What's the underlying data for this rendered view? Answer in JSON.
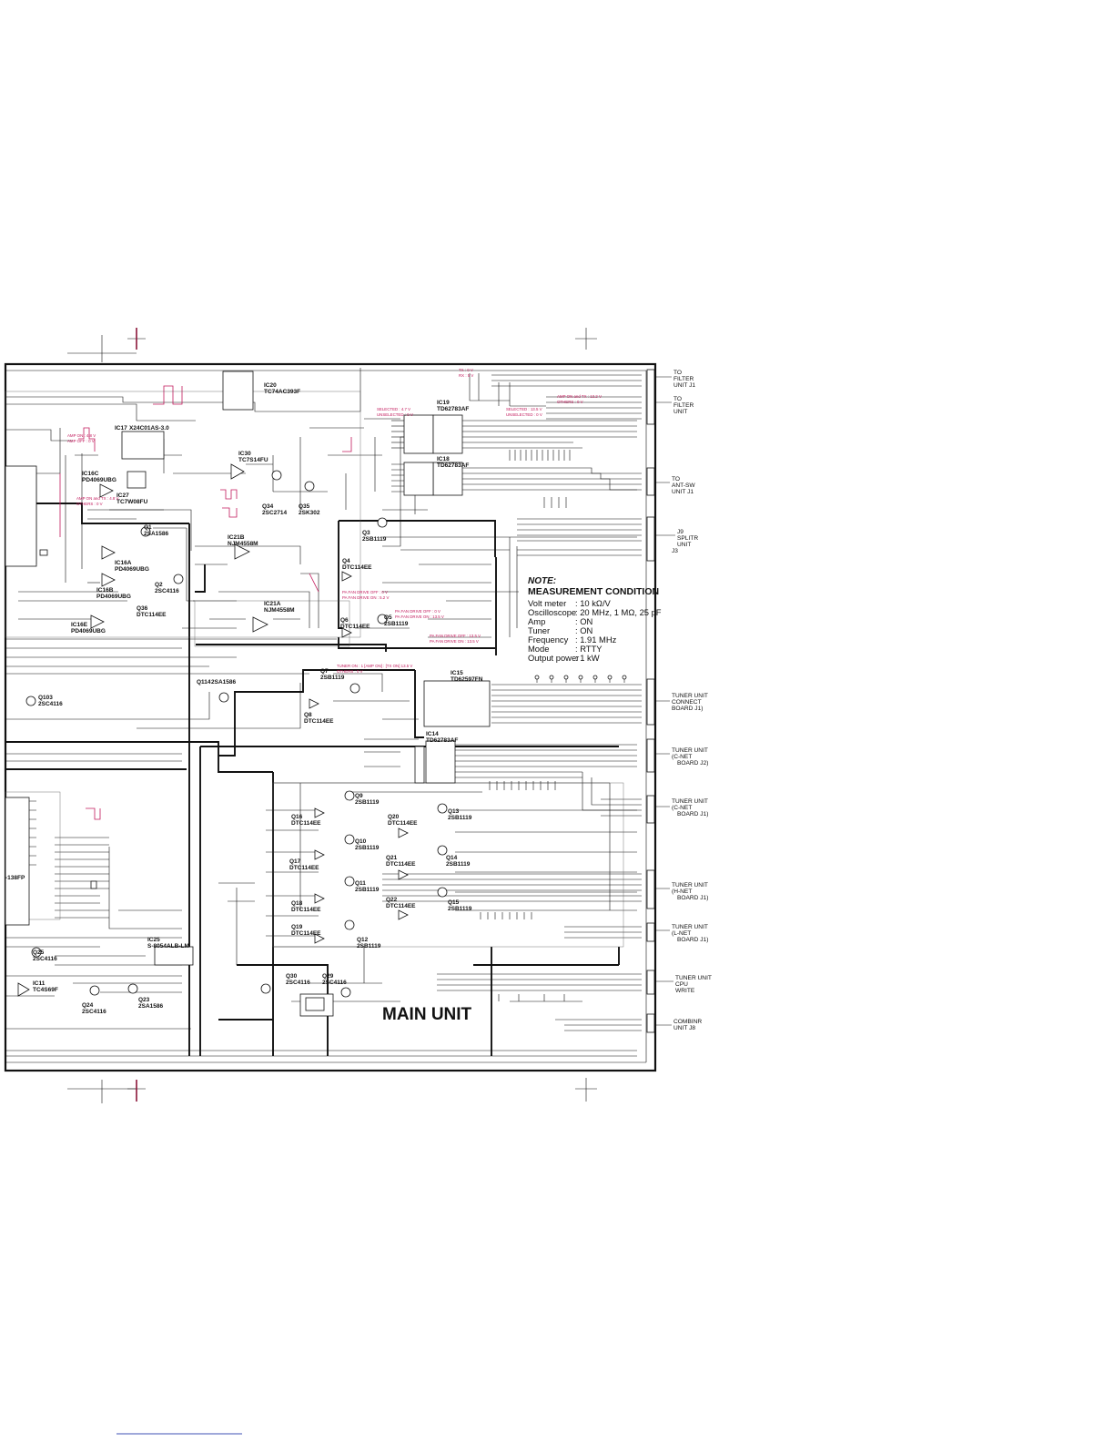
{
  "title": "MAIN UNIT",
  "note": {
    "heading": "NOTE:",
    "subheading": "MEASUREMENT CONDITION",
    "rows": [
      {
        "label": "Volt meter",
        "value": ": 10 kΩ/V"
      },
      {
        "label": "Oscilloscope",
        "value": ": 20 MHz, 1 MΩ, 25 pF"
      },
      {
        "label": "Amp",
        "value": ": ON"
      },
      {
        "label": "Tuner",
        "value": ": ON"
      },
      {
        "label": "Frequency",
        "value": ": 1.91 MHz"
      },
      {
        "label": "Mode",
        "value": ": RTTY"
      },
      {
        "label": "Output power",
        "value": ": 1 kW"
      }
    ]
  },
  "connectors": [
    {
      "id": "J7",
      "lines": [
        "TO",
        "FILTER",
        "UNIT J1"
      ]
    },
    {
      "id": "J8",
      "lines": [
        "TO",
        "FILTER",
        "UNIT"
      ]
    },
    {
      "id": "J9",
      "lines": [
        "TO",
        "ANT-SW",
        "UNIT J1"
      ]
    },
    {
      "id": "J10",
      "lines": [
        "J9",
        "SPLITR",
        "UNIT",
        "J3"
      ]
    },
    {
      "id": "J11",
      "lines": [
        "TUNER UNIT",
        "CONNECT",
        "BOARD J1)"
      ]
    },
    {
      "id": "J12",
      "lines": [
        "TUNER UNIT",
        "(C-NET",
        "BOARD J2)"
      ]
    },
    {
      "id": "J13",
      "lines": [
        "TUNER UNIT",
        "(C-NET",
        "BOARD J1)"
      ]
    },
    {
      "id": "J14",
      "lines": [
        "TUNER UNIT",
        "(H-NET",
        "BOARD J1)"
      ]
    },
    {
      "id": "J15",
      "lines": [
        "TUNER UNIT",
        "(L-NET",
        "BOARD J1)"
      ]
    },
    {
      "id": "J16",
      "lines": [
        "TUNER UNIT",
        "CPU",
        "WRITE"
      ]
    },
    {
      "id": "J17",
      "lines": [
        "COMBINR",
        "UNIT J8"
      ]
    }
  ],
  "ics": [
    {
      "name": "IC20",
      "part": "TC74AC393F"
    },
    {
      "name": "IC17",
      "part": "X24C01AS-3.0"
    },
    {
      "name": "IC19",
      "part": "TD62783AF"
    },
    {
      "name": "IC18",
      "part": "TD62783AF"
    },
    {
      "name": "IC30",
      "part": "TC7S14FU"
    },
    {
      "name": "IC16C",
      "part": "PD4069UBG"
    },
    {
      "name": "IC27",
      "part": "TC7W08FU"
    },
    {
      "name": "IC16A",
      "part": "PD4069UBG"
    },
    {
      "name": "IC16B",
      "part": "PD4069UBG"
    },
    {
      "name": "IC16E",
      "part": "PD4069UBG"
    },
    {
      "name": "IC21B",
      "part": "NJM4558M"
    },
    {
      "name": "IC21A",
      "part": "NJM4558M"
    },
    {
      "name": "IC15",
      "part": "TD62597FN"
    },
    {
      "name": "IC14",
      "part": "TD62783AF"
    },
    {
      "name": "IC25",
      "part": "S-8054ALB-LM"
    },
    {
      "name": "IC11",
      "part": "TC4S69F"
    }
  ],
  "transistors": [
    {
      "name": "Q34",
      "part": "2SC2714"
    },
    {
      "name": "Q35",
      "part": "2SK302"
    },
    {
      "name": "Q3",
      "part": "2SB1119"
    },
    {
      "name": "Q4",
      "part": "DTC114EE"
    },
    {
      "name": "Q6",
      "part": "DTC114EE"
    },
    {
      "name": "Q5",
      "part": "2SB1119"
    },
    {
      "name": "Q1",
      "part": "2SA1586"
    },
    {
      "name": "Q2",
      "part": "2SC4116"
    },
    {
      "name": "Q36",
      "part": "DTC114EE"
    },
    {
      "name": "Q114",
      "part": "2SA1586"
    },
    {
      "name": "Q7",
      "part": "2SB1119"
    },
    {
      "name": "Q8",
      "part": "DTC114EE"
    },
    {
      "name": "Q103",
      "part": "2SC4116"
    },
    {
      "name": "Q9",
      "part": "2SB1119"
    },
    {
      "name": "Q16",
      "part": "DTC114EE"
    },
    {
      "name": "Q20",
      "part": "DTC114EE"
    },
    {
      "name": "Q13",
      "part": "2SB1119"
    },
    {
      "name": "Q10",
      "part": "2SB1119"
    },
    {
      "name": "Q17",
      "part": "DTC114EE"
    },
    {
      "name": "Q21",
      "part": "DTC114EE"
    },
    {
      "name": "Q14",
      "part": "2SB1119"
    },
    {
      "name": "Q11",
      "part": "2SB1119"
    },
    {
      "name": "Q18",
      "part": "DTC114EE"
    },
    {
      "name": "Q22",
      "part": "DTC114EE"
    },
    {
      "name": "Q15",
      "part": "2SB1119"
    },
    {
      "name": "Q19",
      "part": "DTC114EE"
    },
    {
      "name": "Q12",
      "part": "2SB1119"
    },
    {
      "name": "Q25",
      "part": "2SC4116"
    },
    {
      "name": "Q30",
      "part": "2SC4116"
    },
    {
      "name": "Q29",
      "part": "2SC4116"
    },
    {
      "name": "Q24",
      "part": "2SC4116"
    },
    {
      "name": "Q23",
      "part": "2SA1586"
    }
  ],
  "fragments": {
    "left_ic": "-138FP"
  },
  "voltage_notes": [
    "AMP ON : 4.8 V",
    "AMP OFF : 0 V",
    "AMP ON and TX : 4.8 V",
    "OTHERS : 0 V",
    "SELECTED : 4.7 V",
    "UNSELECTED : 0 V",
    "SELECTED : 13.5 V",
    "UNSELECTED : 0 V",
    "AMP ON and TX : 13.2 V",
    "OTHERS : 0 V",
    "TX : 0 V",
    "RX : 5 V",
    "PA FAN DRIVE OFF : 0 V",
    "PA FAN DRIVE ON : 5.2 V",
    "PA FAN DRIVE OFF : 0 V",
    "PA FAN DRIVE ON : 13.5 V",
    "PA FAN DRIVE OFF : 13.5 V",
    "PA FAN DRIVE ON : 13.5 V",
    "TUNER ON : 1 [AMP ON] : [TX ON] 13.5 V",
    "OTHERS : 0 V"
  ]
}
